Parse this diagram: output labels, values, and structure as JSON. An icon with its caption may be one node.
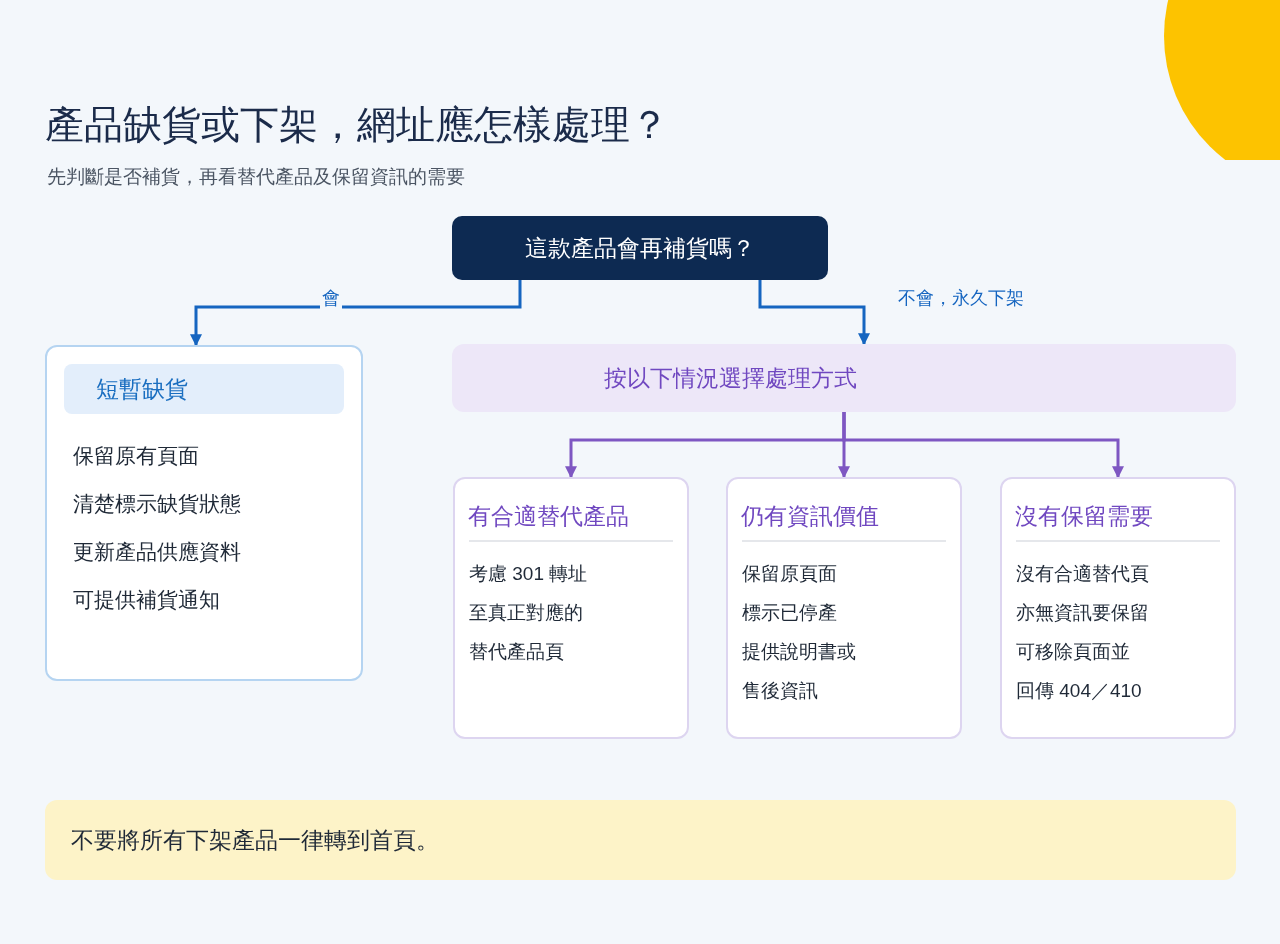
{
  "diagram": {
    "title": "產品缺貨或下架，網址應怎樣處理？",
    "nodes": [
      {
        "text": [
          "這款產品會再補貨嗎？"
        ]
      },
      {
        "text": [
          "短暫缺貨",
          "保留原有頁面",
          "清楚標示缺貨狀態",
          "更新產品供應資料",
          "可提供補貨通知"
        ]
      },
      {
        "text": [
          "按以下情況選擇處理方式"
        ]
      },
      {
        "text": [
          "有合適替代產品",
          "考慮 301 轉址",
          "至真正對應的",
          "替代產品頁"
        ]
      },
      {
        "text": [
          "仍有資訊價值",
          "保留原頁面",
          "標示已停產",
          "提供說明書或",
          "售後資訊"
        ]
      },
      {
        "text": [
          "沒有保留需要",
          "沒有合適替代頁",
          "亦無資訊要保留",
          "可移除頁面並",
          "回傳 404／410"
        ]
      },
      {
        "text": [
          "不要將所有下架產品一律轉到首頁。"
        ]
      }
    ],
    "edges": [
      {
        "from": 0,
        "to": 1,
        "arrow": "to",
        "label": "會",
        "color": "#1565c0"
      },
      {
        "from": 0,
        "to": 2,
        "arrow": "to",
        "label": "不會，永久下架",
        "color": "#1565c0"
      },
      {
        "from": 2,
        "to": 3,
        "arrow": "to",
        "color": "#7e57c2"
      },
      {
        "from": 2,
        "to": 4,
        "arrow": "to",
        "color": "#7e57c2"
      },
      {
        "from": 2,
        "to": 5,
        "arrow": "to",
        "color": "#7e57c2"
      }
    ],
    "labels": [
      "先判斷是否補貨，再看替代產品及保留資訊的需要"
    ]
  }
}
